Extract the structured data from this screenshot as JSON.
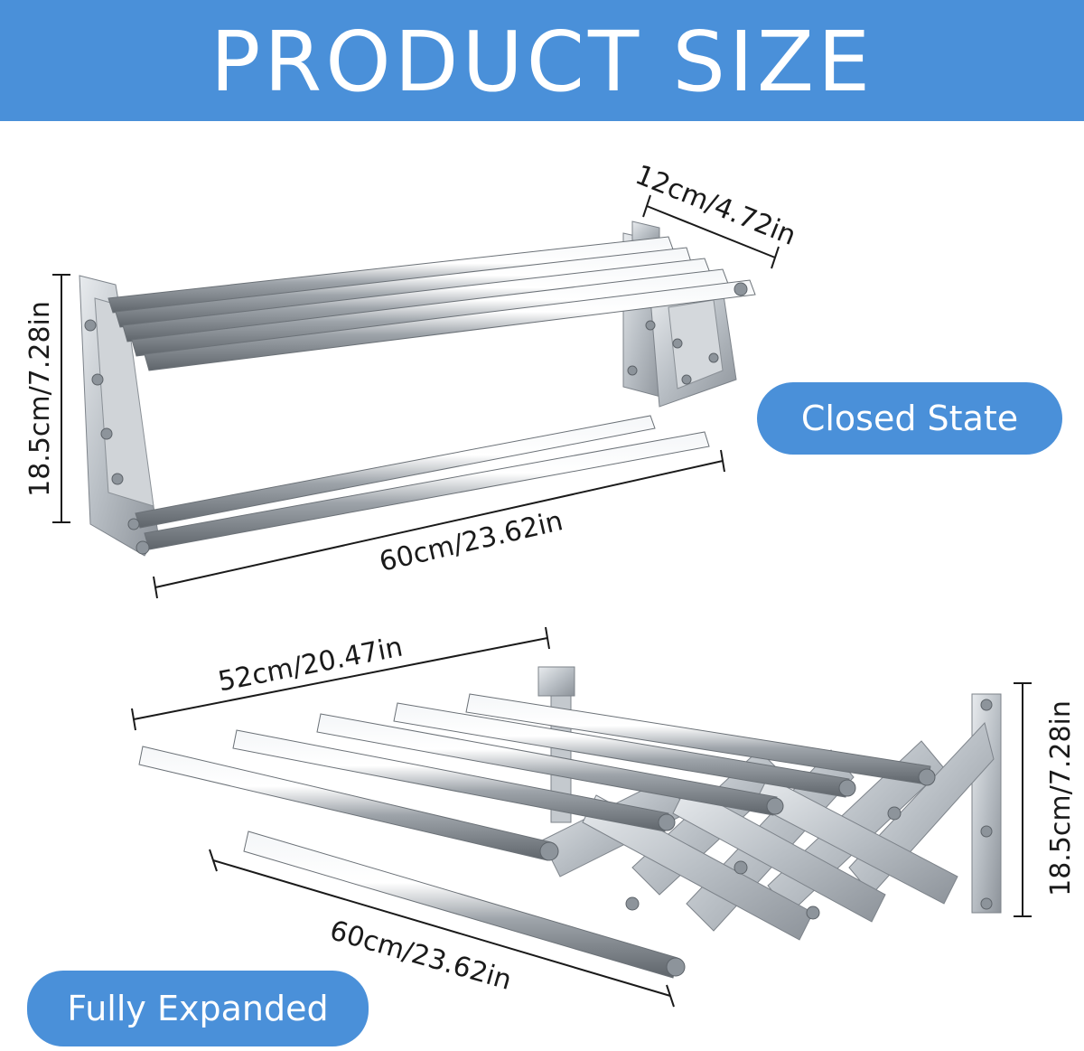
{
  "banner": {
    "title": "PRODUCT SIZE"
  },
  "closed": {
    "label": "Closed State",
    "depth": "12cm/4.72in",
    "height": "18.5cm/7.28in",
    "width": "60cm/23.62in"
  },
  "expanded": {
    "label": "Fully Expanded",
    "depth": "52cm/20.47in",
    "height": "18.5cm/7.28in",
    "width": "60cm/23.62in"
  },
  "colors": {
    "accent": "#4a90d9",
    "steel": "#c8ccd0",
    "text": "#1a1a1a"
  }
}
